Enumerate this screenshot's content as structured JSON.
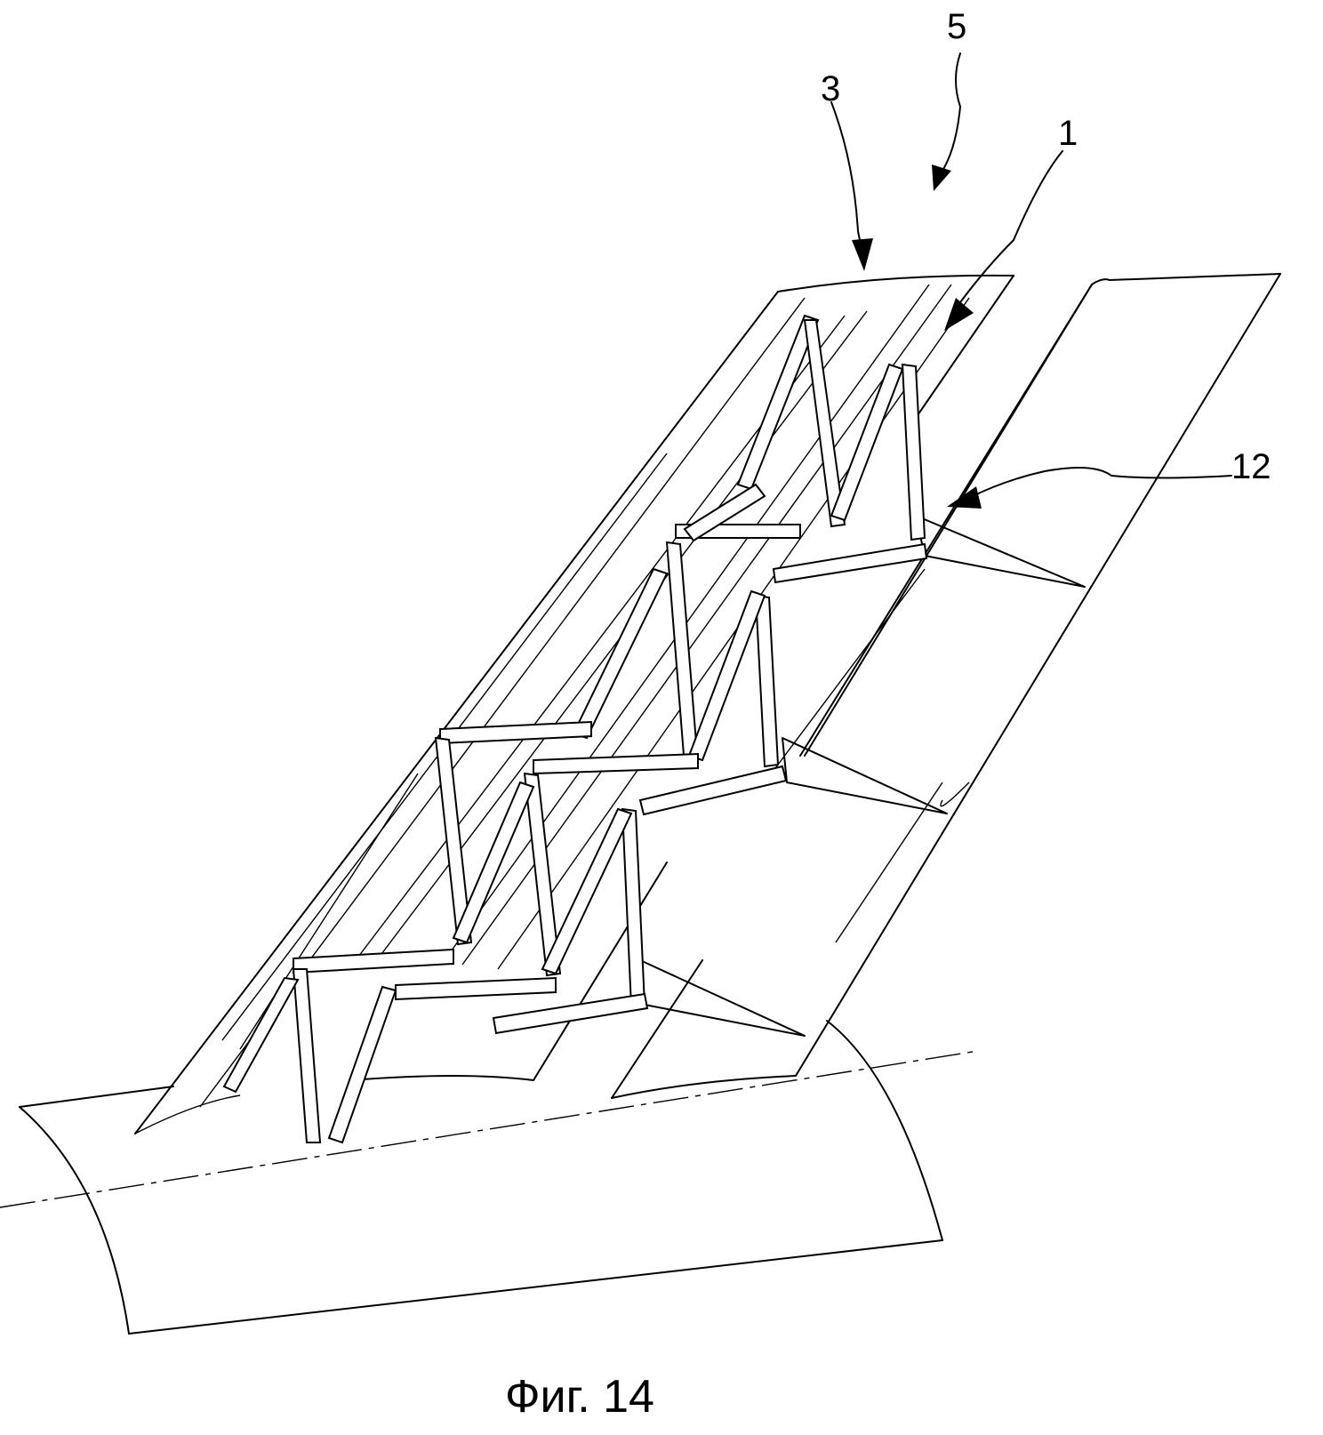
{
  "labels": {
    "ref_5": "5",
    "ref_3": "3",
    "ref_1": "1",
    "ref_12": "12"
  },
  "caption": "Фиг. 14",
  "colors": {
    "ink": "#000000",
    "paper": "#ffffff"
  }
}
